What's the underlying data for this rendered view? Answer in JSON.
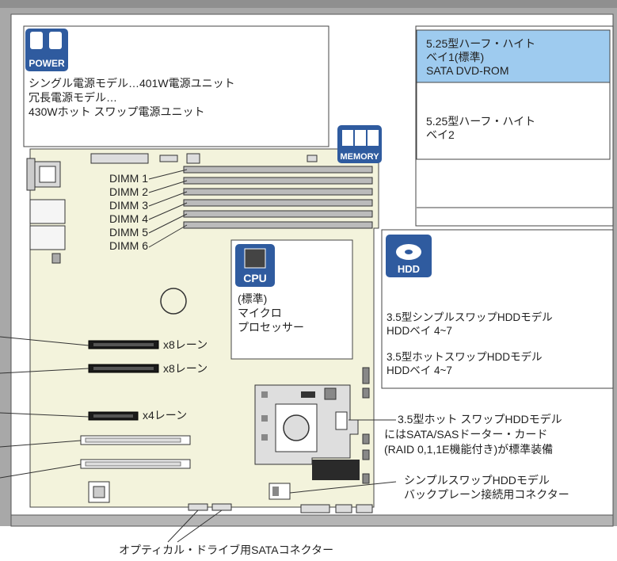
{
  "power": {
    "icon": "power-icon",
    "icon_text": "POWER",
    "lines": [
      "シングル電源モデル…401W電源ユニット",
      "冗長電源モデル…",
      "430Wホット スワップ電源ユニット"
    ]
  },
  "bays": {
    "bay1": [
      "5.25型ハーフ・ハイト",
      "ベイ1(標準)",
      "SATA DVD-ROM"
    ],
    "bay2": [
      "5.25型ハーフ・ハイト",
      "ベイ2"
    ]
  },
  "memory": {
    "icon": "memory-icon",
    "icon_text": "MEMORY",
    "slots": [
      "DIMM 1",
      "DIMM 2",
      "DIMM 3",
      "DIMM 4",
      "DIMM 5",
      "DIMM 6"
    ]
  },
  "cpu": {
    "icon": "cpu-icon",
    "icon_text": "CPU",
    "lines": [
      "(標準)",
      "マイクロ",
      "プロセッサー"
    ]
  },
  "hdd": {
    "icon": "hdd-icon",
    "icon_text": "HDD",
    "simple": [
      "3.5型シンプルスワップHDDモデル",
      "HDDベイ 4~7"
    ],
    "hot": [
      "3.5型ホットスワップHDDモデル",
      "HDDベイ 4~7"
    ]
  },
  "slots": {
    "lane1": "x8レーン",
    "lane2": "x8レーン",
    "lane3": "x4レーン"
  },
  "callouts": {
    "sata_card": [
      "3.5型ホット スワップHDDモデル",
      "にはSATA/SASドーター・カード",
      "(RAID 0,1,1E機能付き)が標準装備"
    ],
    "backplane": [
      "シンプルスワップHDDモデル",
      "バックプレーン接続用コネクター"
    ],
    "optical": "オプティカル・ドライブ用SATAコネクター"
  },
  "colors": {
    "chassis": "#a8a8a8",
    "board": "#f3f3dc",
    "bay1": "#9ecbef",
    "icon_blue": "#2f5b9f"
  }
}
